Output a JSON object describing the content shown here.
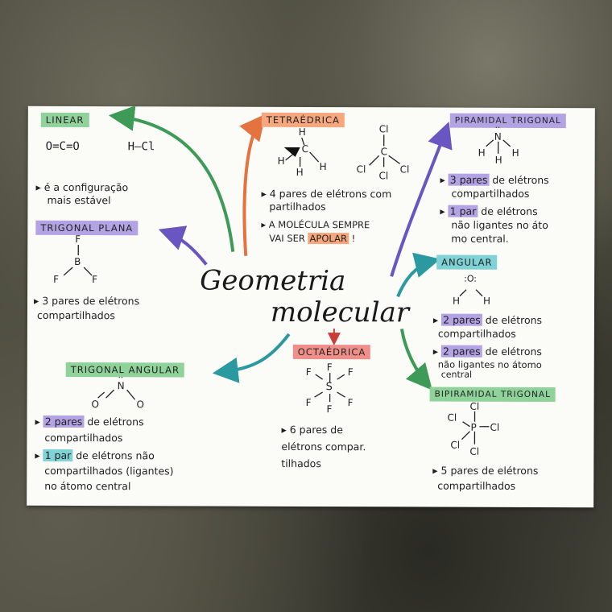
{
  "title": {
    "line1": "Geometria",
    "line2": "molecular"
  },
  "linear": {
    "heading": "LINEAR",
    "formula1": "O=C=O",
    "formula2": "H–Cl",
    "note_line1": "é a configuração",
    "note_line2": "mais estável"
  },
  "trigonal_plana": {
    "heading": "TRIGONAL PLANA",
    "note_line1": "3 pares de elétrons",
    "note_line2": "compartilhados"
  },
  "tetraedrica": {
    "heading": "TETRAÉDRICA",
    "note1_line1": "4 pares de elétrons com",
    "note1_line2": "partilhados",
    "note2_line1": "A MOLÉCULA SEMPRE",
    "note2_line2_prefix": "VAI SER",
    "note2_highlight": "APOLAR",
    "note2_suffix": "!"
  },
  "piramidal": {
    "heading": "PIRAMIDAL TRIGONAL",
    "note1_highlight": "3 pares",
    "note1_rest": "de elétrons",
    "note1_line2": "compartilhados",
    "note2_highlight": "1 par",
    "note2_rest": "de elétrons",
    "note2_line2": "não ligantes no áto",
    "note2_line3": "mo central."
  },
  "angular": {
    "heading": "ANGULAR",
    "note1_highlight": "2 pares",
    "note1_rest": "de elétrons",
    "note1_line2": "compartilhados",
    "note2_highlight": "2 pares",
    "note2_rest": "de elétrons",
    "note2_line2": "não ligantes no átomo",
    "note2_line3": "central"
  },
  "octaedrica": {
    "heading": "OCTAÉDRICA",
    "note_line1": "6 pares de",
    "note_line2": "elétrons compar.",
    "note_line3": "tilhados"
  },
  "trigonal_angular": {
    "heading": "TRIGONAL ANGULAR",
    "note1_highlight": "2 pares",
    "note1_rest": "de elétrons",
    "note1_line2": "compartilhados",
    "note2_highlight": "1 par",
    "note2_rest": "de elétrons não",
    "note2_line2": "compartilhados (ligantes)",
    "note2_line3": "no átomo central"
  },
  "bipiramidal": {
    "heading": "BIPIRAMIDAL TRIGONAL",
    "note_line1": "5 pares de elétrons",
    "note_line2": "compartilhados"
  },
  "atoms": {
    "H": "H",
    "C": "C",
    "Cl": "Cl",
    "B": "B",
    "F": "F",
    "N": "N",
    "O": "O",
    "S": "S",
    "P": "P"
  },
  "colors": {
    "green": "#8fd39b",
    "purple": "#b3a3e4",
    "orange": "#f7a77e",
    "teal": "#7fd3d6",
    "red": "#ee8f8a"
  }
}
